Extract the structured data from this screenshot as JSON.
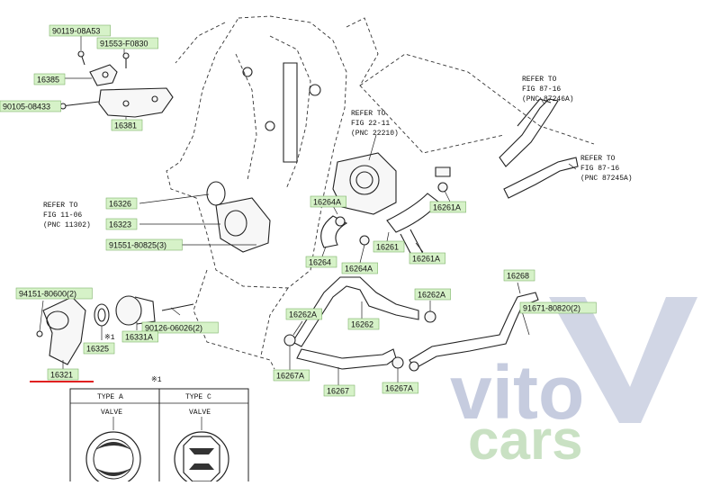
{
  "part_labels": [
    {
      "text": "90119-08A53"
    },
    {
      "text": "91553-F0830"
    },
    {
      "text": "16385"
    },
    {
      "text": "90105-08433"
    },
    {
      "text": "16381"
    },
    {
      "text": "16326"
    },
    {
      "text": "16323"
    },
    {
      "text": "91551-80825(3)"
    },
    {
      "text": "94151-80600(2)"
    },
    {
      "text": "90126-06026(2)"
    },
    {
      "text": "16331A"
    },
    {
      "text": "16325"
    },
    {
      "text": "16321"
    },
    {
      "text": "16264A"
    },
    {
      "text": "16264"
    },
    {
      "text": "16264A"
    },
    {
      "text": "16261A"
    },
    {
      "text": "16261"
    },
    {
      "text": "16261A"
    },
    {
      "text": "16262A"
    },
    {
      "text": "16262"
    },
    {
      "text": "16262A"
    },
    {
      "text": "16267A"
    },
    {
      "text": "16267"
    },
    {
      "text": "16267A"
    },
    {
      "text": "16268"
    },
    {
      "text": "91671-80820(2)"
    }
  ],
  "references": {
    "ref_11": {
      "line1": "REFER TO",
      "line2": "FIG 11-06",
      "line3": "(PNC 11302)"
    },
    "ref_22": {
      "line1": "REFER TO",
      "line2": "FIG 22-11",
      "line3": "(PNC 22210)"
    },
    "ref_87a": {
      "line1": "REFER TO",
      "line2": "FIG 87-16",
      "line3": "(PNC 87246A)"
    },
    "ref_87b": {
      "line1": "REFER TO",
      "line2": "FIG 87-16",
      "line3": "(PNC 87245A)"
    }
  },
  "note_marker_1": "※1",
  "note_marker_2": "※1",
  "type_table": {
    "col1_header": "TYPE A",
    "col2_header": "TYPE C",
    "col1_sub": "VALVE",
    "col2_sub": "VALVE"
  },
  "watermark": {
    "line1": "vito",
    "line2": "cars"
  },
  "colors": {
    "label_fill": "#d6f2c8",
    "highlight_underline": "#e02020"
  }
}
